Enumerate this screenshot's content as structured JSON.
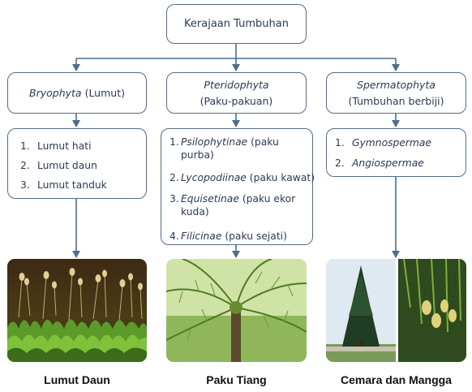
{
  "root": {
    "label": "Kerajaan Tumbuhan"
  },
  "categories": [
    {
      "name": "Bryophyta",
      "note": "(Lumut)",
      "items": [
        "Lumut hati",
        "Lumut daun",
        "Lumut tanduk"
      ],
      "photo_caption": "Lumut Daun"
    },
    {
      "name": "Pteridophyta",
      "note": "(Paku-pakuan)",
      "items": [
        {
          "name": "Psilophytinae",
          "note": "(paku purba)"
        },
        {
          "name": "Lycopodiinae",
          "note": "(paku kawat)"
        },
        {
          "name": "Equisetinae",
          "note": "(paku ekor kuda)"
        },
        {
          "name": "Filicinae",
          "note": "(paku sejati)"
        }
      ],
      "photo_caption": "Paku Tiang"
    },
    {
      "name": "Spermatophyta",
      "note": "(Tumbuhan berbiji)",
      "items": [
        "Gymnospermae",
        "Angiospermae"
      ],
      "photo_caption": "Cemara dan Mangga"
    }
  ],
  "numbers": [
    "1.",
    "2.",
    "3.",
    "4."
  ],
  "colors": {
    "line": "#4f6d8a",
    "text": "#2b3a55"
  }
}
